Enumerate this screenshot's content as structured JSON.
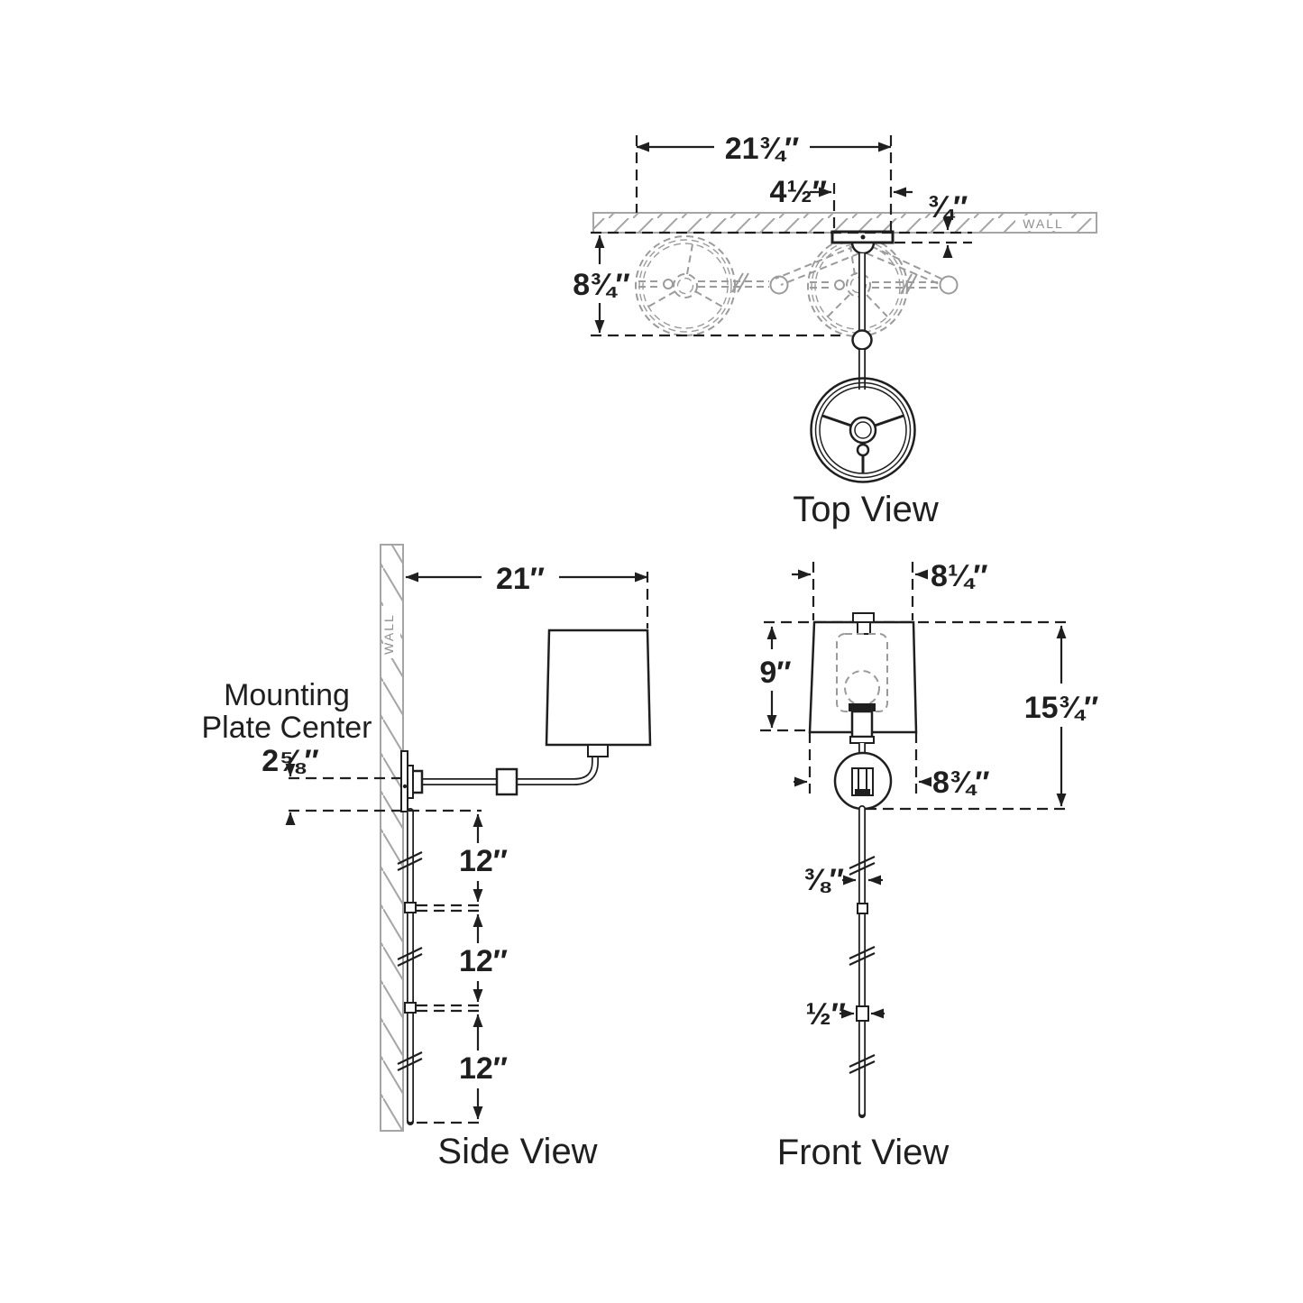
{
  "top_view": {
    "label": "Top View",
    "wall_label": "WALL",
    "dim_overall_width": "21¾″",
    "dim_backplate_width": "4½″",
    "dim_backplate_depth": "¾″",
    "dim_projection": "8¾″"
  },
  "side_view": {
    "label": "Side View",
    "wall_label": "WALL",
    "dim_arm_extension": "21″",
    "mounting_note_line1": "Mounting",
    "mounting_note_line2": "Plate Center",
    "dim_mounting_plate_center": "2⅝″",
    "dim_rod_segment_1": "12″",
    "dim_rod_segment_2": "12″",
    "dim_rod_segment_3": "12″"
  },
  "front_view": {
    "label": "Front View",
    "dim_shade_top_width": "8¼″",
    "dim_shade_height": "9″",
    "dim_overall_height": "15¾″",
    "dim_shade_bottom_width": "8¾″",
    "dim_rod_width": "⅜″",
    "dim_swivel_width": "½″"
  },
  "colors": {
    "line": "#1f1f1f",
    "ghost": "#9b9b9b",
    "background": "#ffffff"
  }
}
